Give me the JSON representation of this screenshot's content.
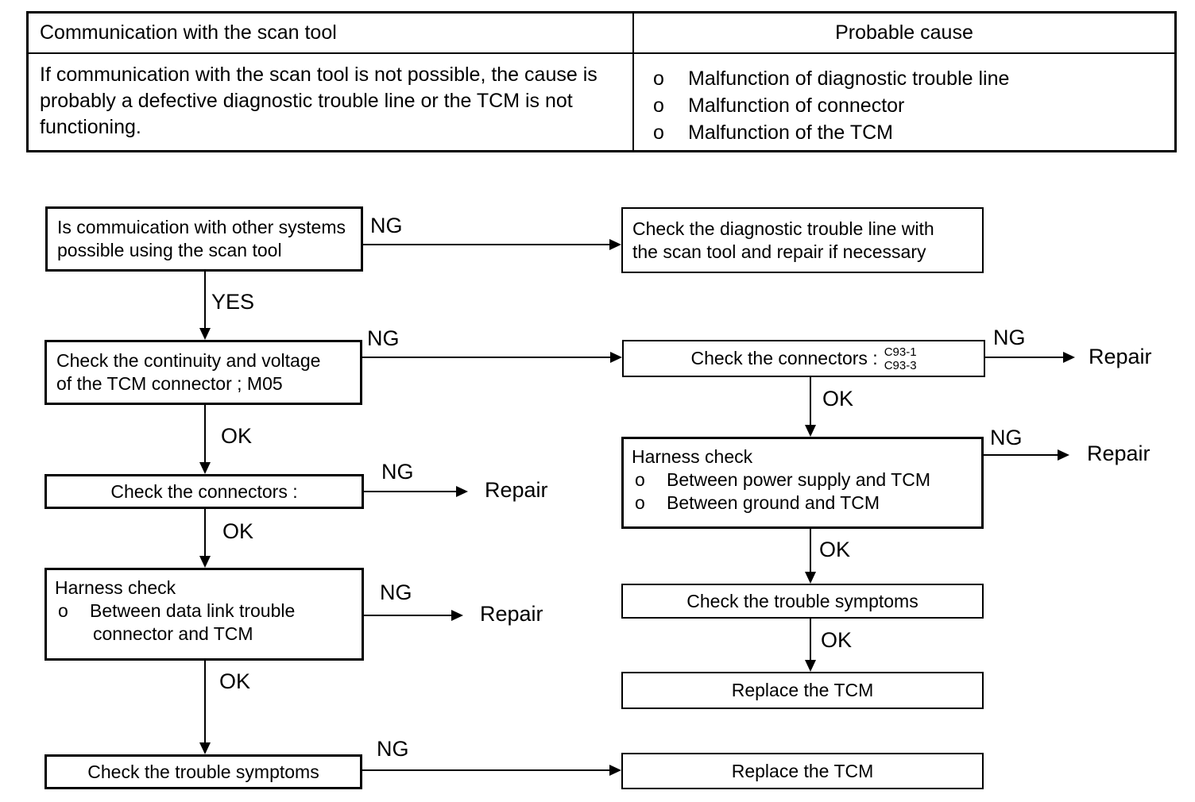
{
  "table": {
    "col1_header": "Communication with the scan tool",
    "col2_header": "Probable cause",
    "description": "If communication with the scan tool is not possible, the cause is probably a defective diagnostic trouble line or the TCM is not functioning.",
    "bullet": "o",
    "causes": {
      "c1": "Malfunction of diagnostic trouble line",
      "c2": "Malfunction of connector",
      "c3": "Malfunction of the TCM"
    }
  },
  "flow": {
    "labels": {
      "yes": "YES",
      "ng": "NG",
      "ok": "OK",
      "repair": "Repair"
    },
    "bullet": "o",
    "ask_other_systems": {
      "l1": "Is commuication with other systems",
      "l2": "possible using the scan tool"
    },
    "check_diag_line": {
      "l1": "Check the diagnostic trouble line with",
      "l2": "the scan tool and repair if necessary"
    },
    "check_continuity": {
      "l1": "Check the continuity and voltage",
      "l2": "of the TCM connector ; M05"
    },
    "check_connectors_right": {
      "label": "Check the connectors :",
      "c1": "C93-1",
      "c2": "C93-3"
    },
    "check_connectors_left": "Check the connectors :",
    "harness_left": {
      "title": "Harness check",
      "i1a": "Between data link trouble",
      "i1b": "connector and TCM"
    },
    "harness_right": {
      "title": "Harness check",
      "i1": "Between power supply and TCM",
      "i2": "Between ground and TCM"
    },
    "check_trouble_left": "Check the trouble symptoms",
    "check_trouble_right": "Check the trouble symptoms",
    "replace_tcm_right": "Replace the TCM",
    "replace_tcm_bottom": "Replace the TCM"
  }
}
